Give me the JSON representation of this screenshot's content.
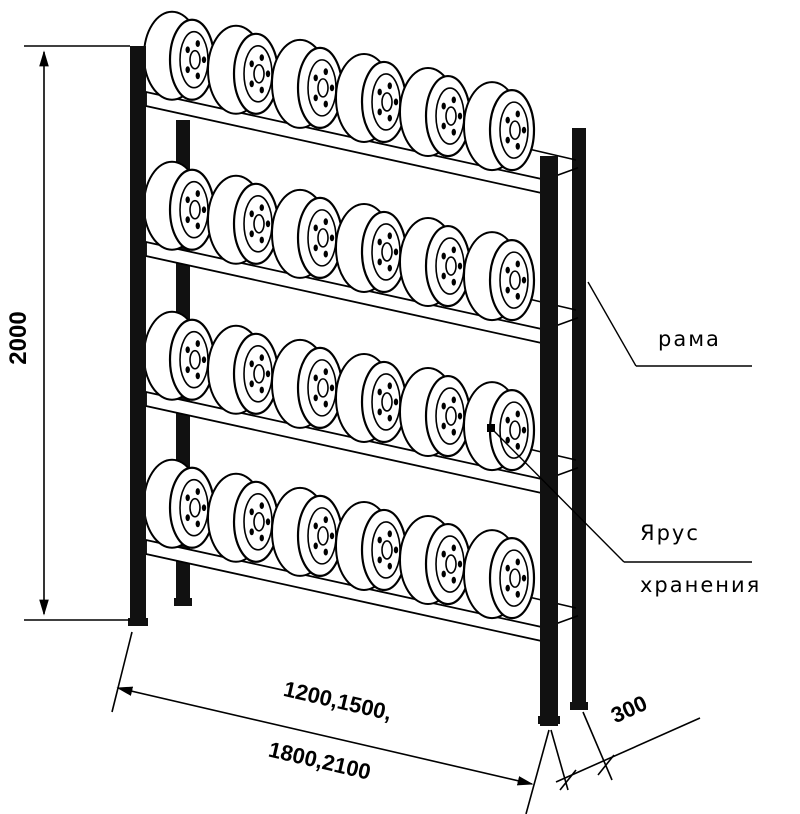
{
  "dimensions": {
    "height": "2000",
    "length_line1": "1200,1500,",
    "length_line2": "1800,2100",
    "depth": "300"
  },
  "callouts": {
    "frame": "рама",
    "tier_line1": "Ярус",
    "tier_line2": "хранения"
  },
  "rack": {
    "tiers": 4,
    "wheels_per_tier": 6,
    "colors": {
      "line": "#000000",
      "frame": "#111111",
      "wheel_fill": "#ffffff"
    }
  }
}
